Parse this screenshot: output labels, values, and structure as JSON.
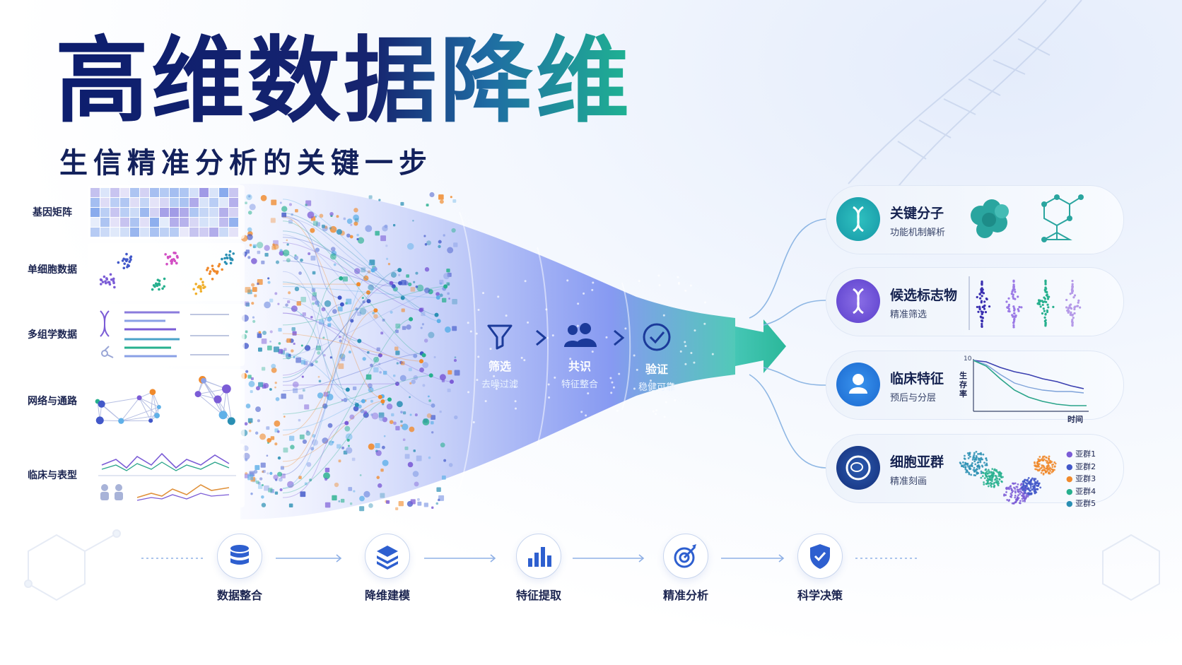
{
  "title": "高维数据降维",
  "subtitle": "生信精准分析的关键一步",
  "sources": [
    {
      "label": "基因矩阵"
    },
    {
      "label": "单细胞数据"
    },
    {
      "label": "多组学数据"
    },
    {
      "label": "网络与通路"
    },
    {
      "label": "临床与表型"
    }
  ],
  "funnel_steps": [
    {
      "title": "筛选",
      "sub": "去噪过滤",
      "icon": "funnel-icon"
    },
    {
      "title": "共识",
      "sub": "特征整合",
      "icon": "people-icon"
    },
    {
      "title": "验证",
      "sub": "稳健可靠",
      "icon": "check-circle-icon"
    }
  ],
  "outputs": [
    {
      "title": "关键分子",
      "sub": "功能机制解析",
      "icon": "dna-icon",
      "color": "#1aa6b0"
    },
    {
      "title": "候选标志物",
      "sub": "精准筛选",
      "icon": "dna-icon",
      "color": "#6a4fd6"
    },
    {
      "title": "临床特征",
      "sub": "预后与分层",
      "icon": "person-icon",
      "color": "#1f7ee0"
    },
    {
      "title": "细胞亚群",
      "sub": "精准刻画",
      "icon": "cell-icon",
      "color": "#183f8f"
    }
  ],
  "survival_plot": {
    "ylabel": "生存率",
    "xlabel": "时间",
    "ytick": "10"
  },
  "cluster_legend": [
    "亚群1",
    "亚群2",
    "亚群3",
    "亚群4",
    "亚群5"
  ],
  "cluster_colors": [
    "#7b5cd6",
    "#4258c9",
    "#f08a2c",
    "#27b08e",
    "#2a8fb3"
  ],
  "workflow": [
    {
      "label": "数据整合",
      "icon": "database-icon"
    },
    {
      "label": "降维建模",
      "icon": "layers-icon"
    },
    {
      "label": "特征提取",
      "icon": "bar-chart-icon"
    },
    {
      "label": "精准分析",
      "icon": "target-icon"
    },
    {
      "label": "科学决策",
      "icon": "shield-check-icon"
    }
  ],
  "colors": {
    "navy": "#13215c",
    "teal": "#1fb392",
    "blue": "#3a66d8",
    "purple": "#7b5cd6"
  }
}
